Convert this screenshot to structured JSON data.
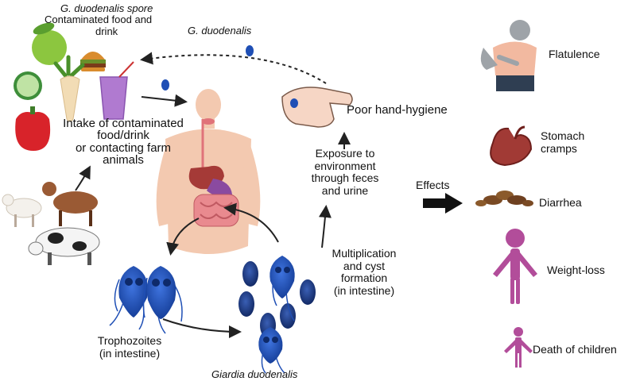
{
  "source_labels": {
    "spore_line": "G. duodenalis spore",
    "food_line1": "Contaminated food and",
    "food_line2": "drink"
  },
  "arrow_top_label": "G. duodenalis",
  "intake_label": {
    "line1": "Intake of contaminated",
    "line2": "food/drink",
    "line3": "or contacting farm",
    "line4": "animals"
  },
  "hand_hygiene_label": "Poor hand-hygiene",
  "exposure_label": {
    "line1": "Exposure to",
    "line2": "environment",
    "line3": "through feces",
    "line4": "and urine"
  },
  "multiplication_label": {
    "line1": "Multiplication",
    "line2": "and cyst",
    "line3": "formation",
    "line4": "(in intestine)"
  },
  "trophozoites_label": {
    "line1": "Trophozoites",
    "line2": "(in intestine)"
  },
  "giardia_label": "Giardia duodenalis",
  "effects_label": "Effects",
  "effects": [
    {
      "label": "Flatulence",
      "icon": "flatulence-person-icon"
    },
    {
      "label": "Stomach",
      "label2": "cramps",
      "icon": "stomach-icon"
    },
    {
      "label": "Diarrhea",
      "icon": "diarrhea-icon"
    },
    {
      "label": "Weight-loss",
      "icon": "thin-person-icon"
    },
    {
      "label": "Death of children",
      "icon": "child-icon"
    }
  ],
  "colors": {
    "parasite": "#1f4fb5",
    "parasite_dark": "#10296b",
    "skin": "#f3c9b0",
    "gut": "#e0737a",
    "effect_purple": "#b24d9a",
    "arrow": "#222222"
  }
}
